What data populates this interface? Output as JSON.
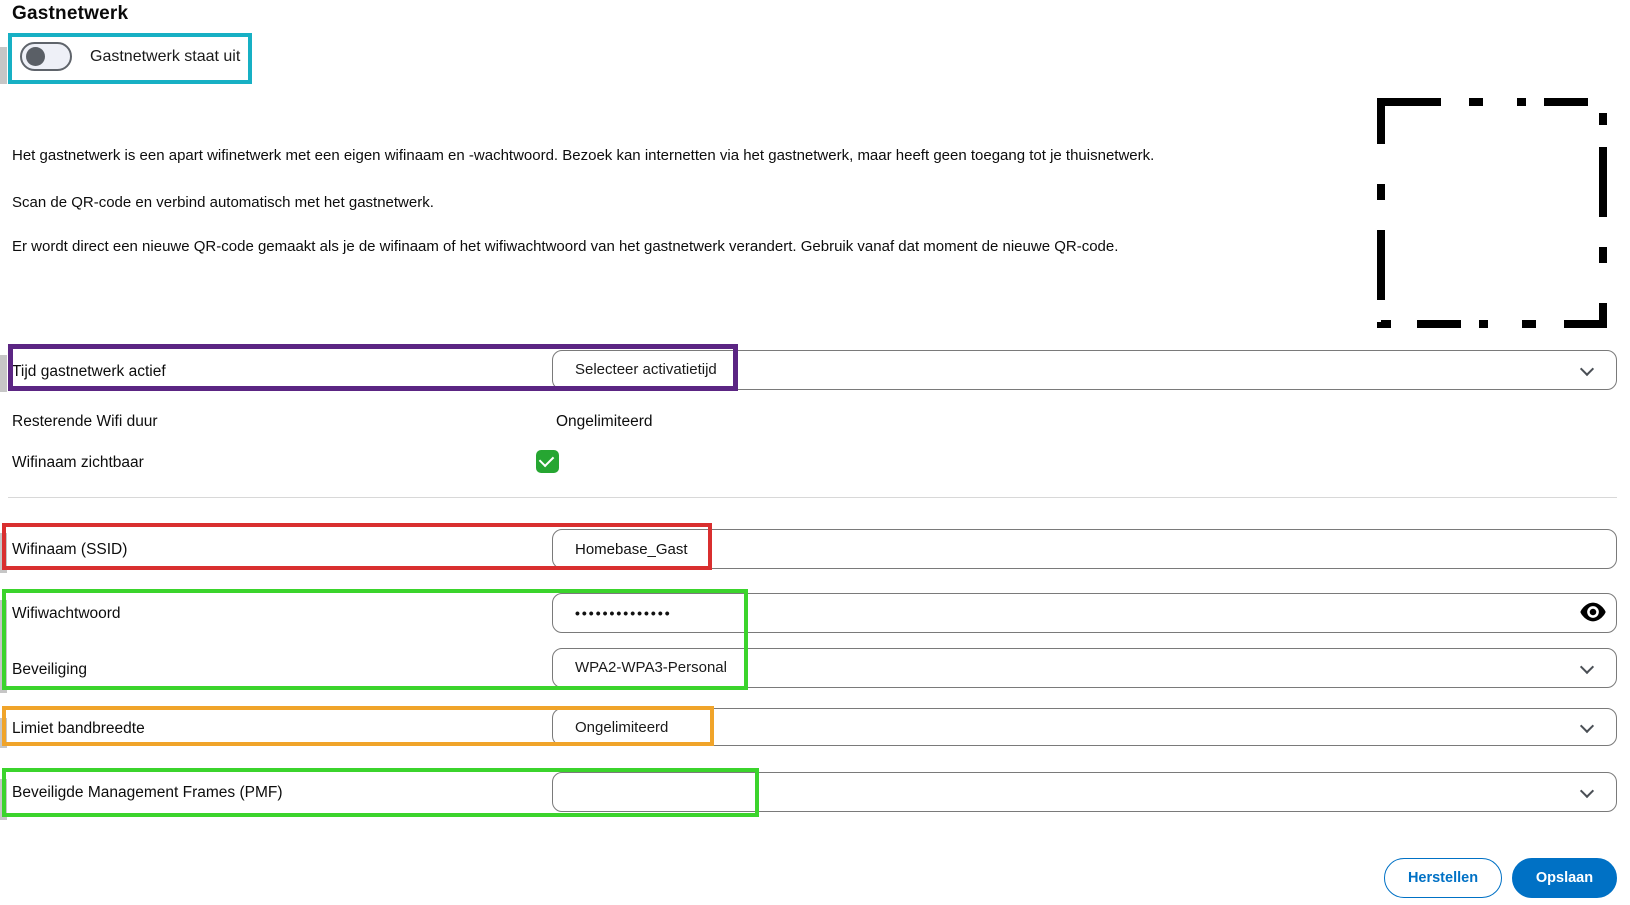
{
  "page": {
    "title": "Gastnetwerk"
  },
  "toggle": {
    "label": "Gastnetwerk staat uit",
    "state": "off"
  },
  "description": {
    "p1": "Het gastnetwerk is een apart wifinetwerk met een eigen wifinaam en -wachtwoord. Bezoek kan internetten via het gastnetwerk, maar heeft geen toegang tot je thuisnetwerk.",
    "p2": "Scan de QR-code en verbind automatisch met het gastnetwerk.",
    "p3": "Er wordt direct een nieuwe QR-code gemaakt als je de wifinaam of het wifiwachtwoord van het gastnetwerk verandert. Gebruik vanaf dat moment de nieuwe QR-code."
  },
  "form": {
    "activation_time": {
      "label": "Tijd gastnetwerk actief",
      "value": "Selecteer activatietijd"
    },
    "remaining_duration": {
      "label": "Resterende Wifi duur",
      "value": "Ongelimiteerd"
    },
    "ssid_visible": {
      "label": "Wifinaam zichtbaar",
      "checked": true
    },
    "ssid": {
      "label": "Wifinaam (SSID)",
      "value": "Homebase_Gast"
    },
    "password": {
      "label": "Wifiwachtwoord",
      "value": "••••••••••••••"
    },
    "security": {
      "label": "Beveiliging",
      "value": "WPA2-WPA3-Personal"
    },
    "bandwidth_limit": {
      "label": "Limiet bandbreedte",
      "value": "Ongelimiteerd"
    },
    "pmf": {
      "label": "Beveiligde Management Frames (PMF)",
      "value": ""
    }
  },
  "buttons": {
    "restore": "Herstellen",
    "save": "Opslaan"
  },
  "icons": [
    "toggle-switch",
    "qr-code-placeholder",
    "checkbox-check",
    "chevron-down",
    "eye"
  ],
  "colors": {
    "annotation_cyan": "#17b0c4",
    "annotation_purple": "#5b2583",
    "annotation_red": "#d92f2f",
    "annotation_green": "#3bd42c",
    "annotation_orange": "#f0a42a",
    "checkbox_green": "#26a632",
    "button_blue": "#0071c5"
  }
}
